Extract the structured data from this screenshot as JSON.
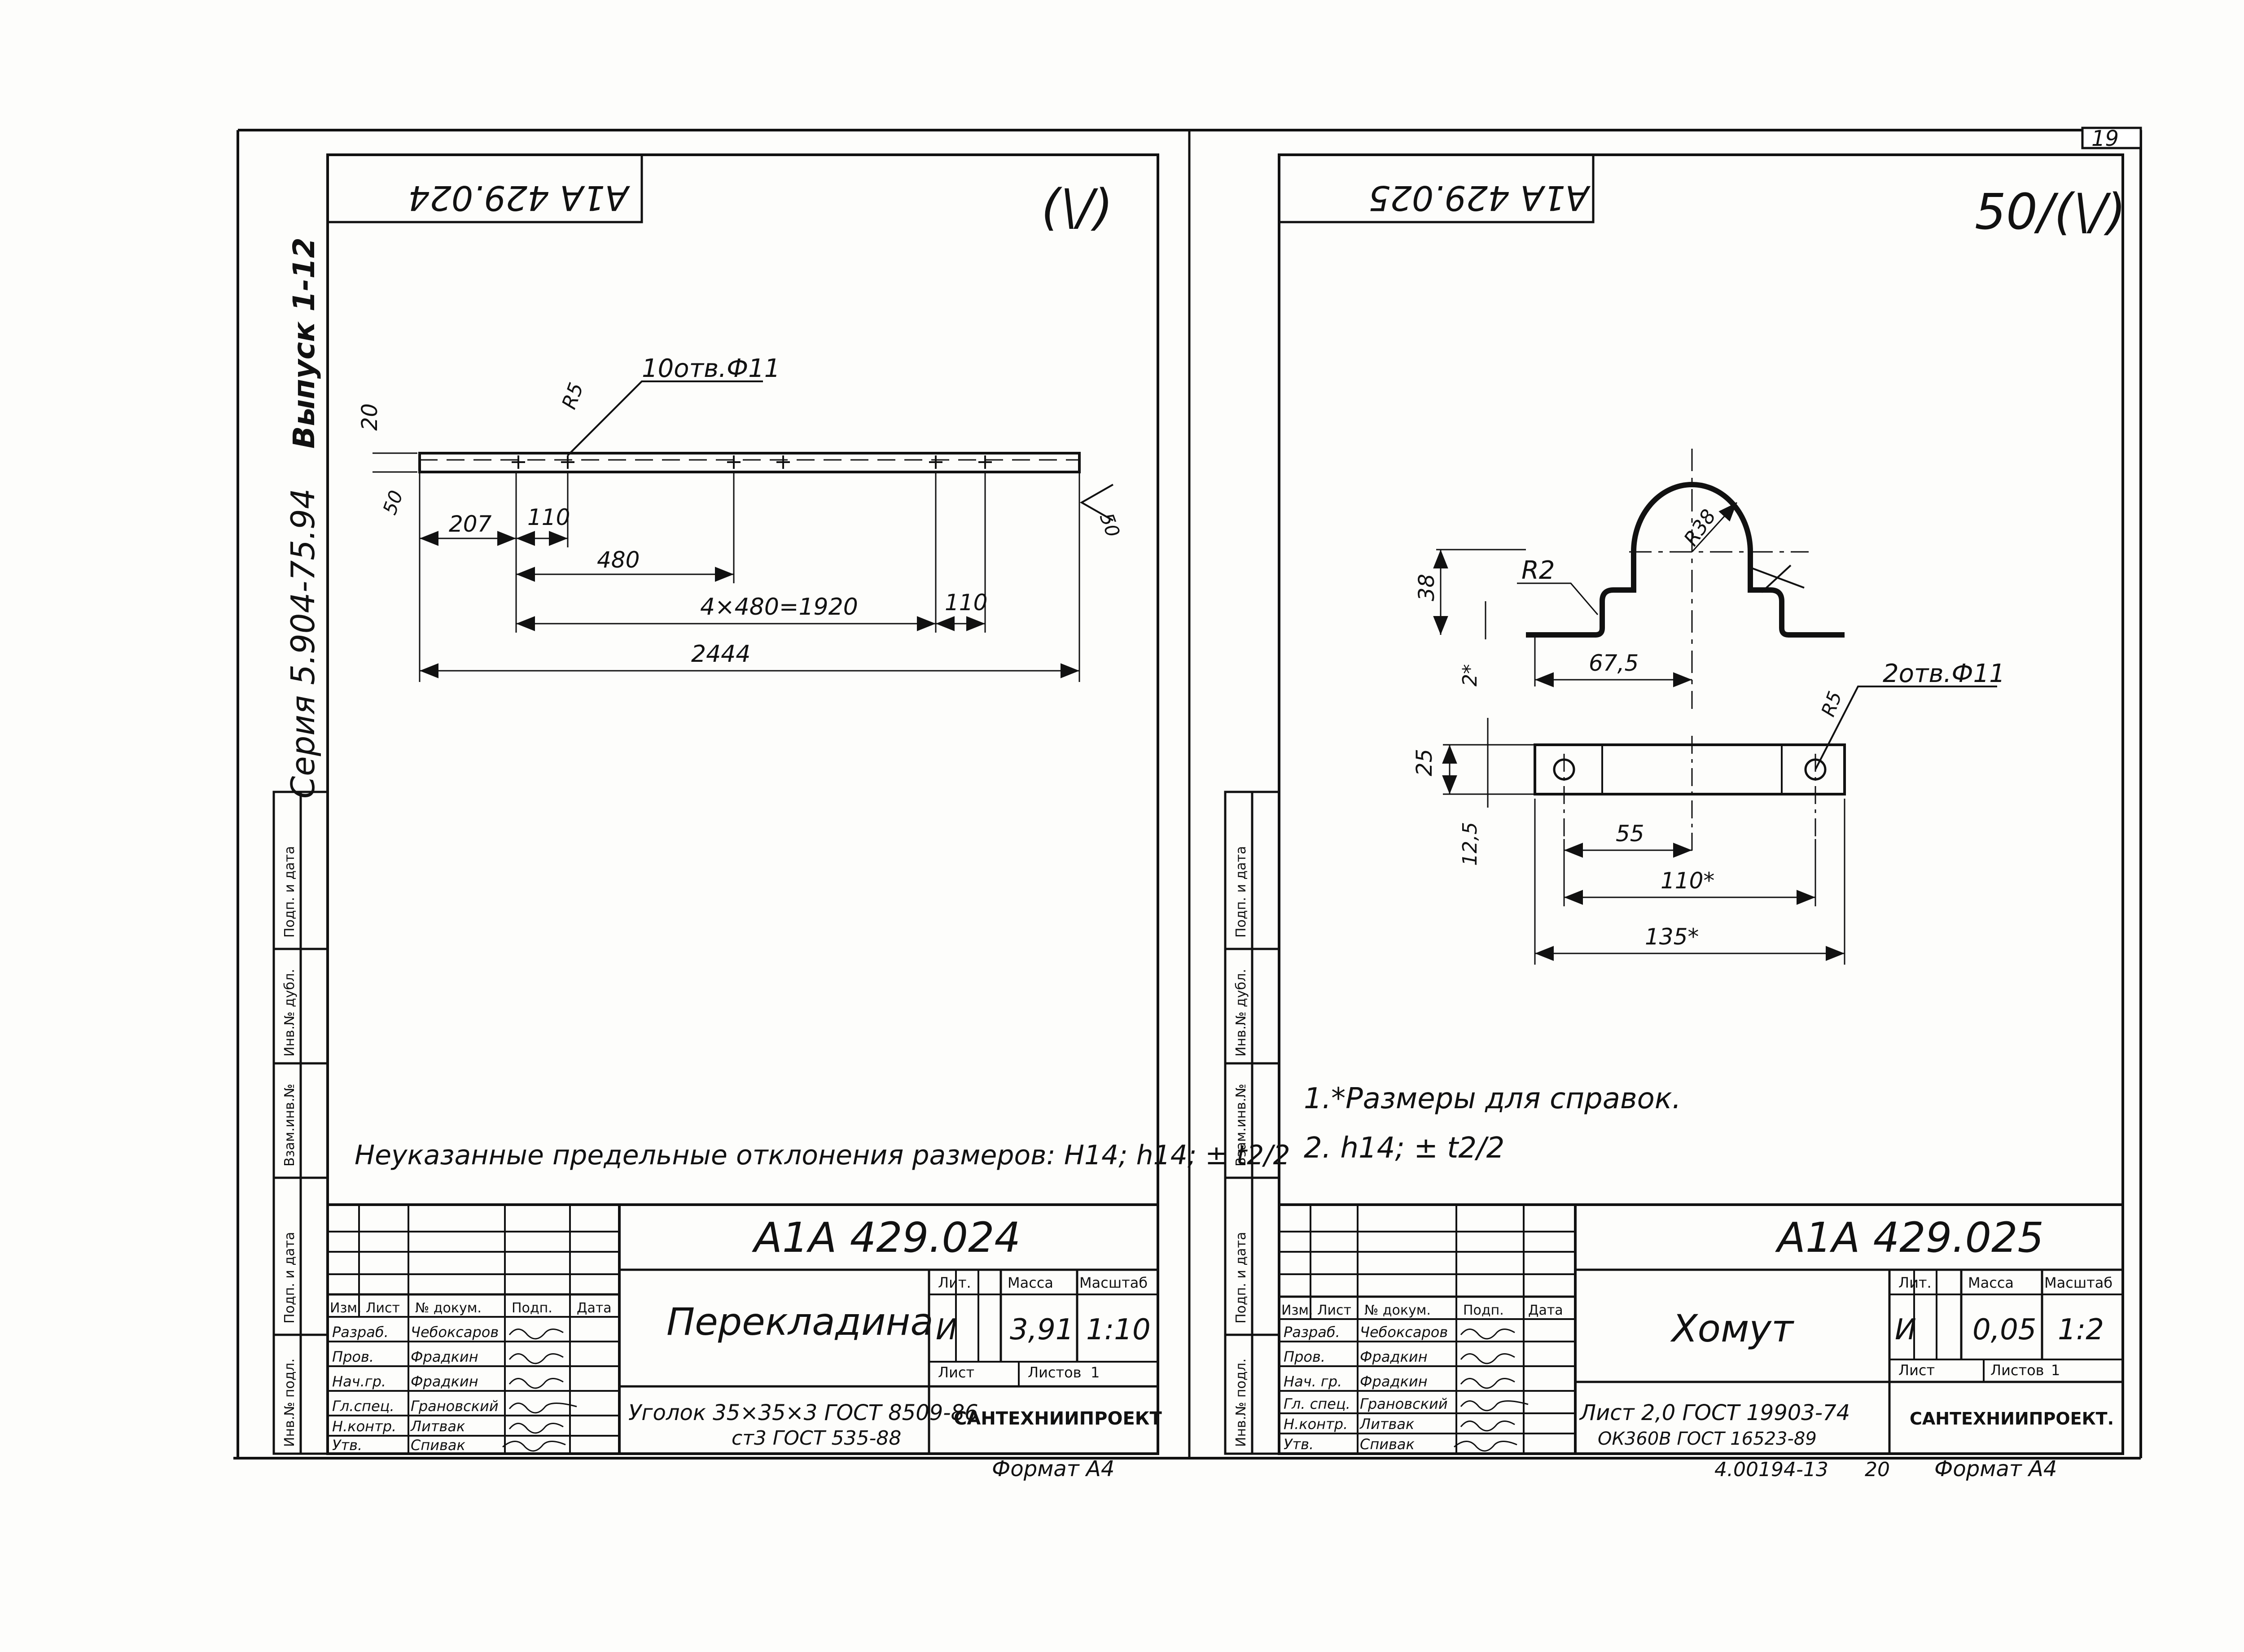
{
  "page_number": "19",
  "series_text": "Серия 5.904-75.94",
  "issue_text": "Выпуск 1-12",
  "left_sheet": {
    "top_code": "А1А 429.024",
    "roughness": "(\\/)",
    "hole_note": "10отв.Ф11",
    "r_label": "R5",
    "dims": {
      "h20": "20",
      "s50": "50",
      "s50b": "50",
      "d207": "207",
      "d110a": "110",
      "d480": "480",
      "d1920": "4×480=1920",
      "d110b": "110",
      "d2444": "2444"
    },
    "tolerance_note": "Неуказанные   предельные  отклонения  размеров: Н14; h14; ± t2/2",
    "title_block": {
      "code": "А1А 429.024",
      "name": "Перекладина",
      "header": [
        "Изм.",
        "Лист",
        "№ докум.",
        "Подп.",
        "Дата"
      ],
      "roles": [
        "Разраб.",
        "Пров.",
        "Нач.гр.",
        "Гл.спец.",
        "Н.контр.",
        "Утв."
      ],
      "people": [
        "Чебоксаров",
        "Фрадкин",
        "Фрадкин",
        "Грановский",
        "Литвак",
        "Спивак"
      ],
      "lit_label": "Лит.",
      "mass_label": "Масса",
      "scale_label": "Масштаб",
      "lit": "И",
      "mass": "3,91",
      "scale": "1:10",
      "sheet_label": "Лист",
      "sheets_label": "Листов",
      "sheets": "1",
      "material_1": "Уголок 35×35×3 ГОСТ 8509-86",
      "material_2": "ст3  ГОСТ 535-88",
      "org": "САНТЕХНИИПРОЕКТ"
    },
    "format": "Формат А4",
    "side_labels": [
      "Инв.№ подл.",
      "Подп. и дата",
      "Взам.инв.№",
      "Инв.№ дубл.",
      "Подп. и дата"
    ]
  },
  "right_sheet": {
    "top_code": "А1А 429.025",
    "roughness": "50/(\\/)",
    "hole_note": "2отв.Ф11",
    "labels": {
      "r2": "R2",
      "r38": "R38",
      "r5": "R5",
      "d38": "38",
      "d2": "2*",
      "d675": "67,5",
      "d25": "25",
      "d125": "12,5",
      "d55": "55",
      "d110": "110*",
      "d135": "135*"
    },
    "notes": [
      "1.*Размеры для справок.",
      "2. h14; ± t2/2"
    ],
    "title_block": {
      "code": "А1А 429.025",
      "name": "Хомут",
      "header": [
        "Изм.",
        "Лист",
        "№ докум.",
        "Подп.",
        "Дата"
      ],
      "roles": [
        "Разраб.",
        "Пров.",
        "Нач. гр.",
        "Гл. спец.",
        "Н.контр.",
        "Утв."
      ],
      "people": [
        "Чебоксаров",
        "Фрадкин",
        "Фрадкин",
        "Грановский",
        "Литвак",
        "Спивак"
      ],
      "lit_label": "Лит.",
      "mass_label": "Масса",
      "scale_label": "Масштаб",
      "lit": "И",
      "mass": "0,05",
      "scale": "1:2",
      "sheet_label": "Лист",
      "sheets_label": "Листов",
      "sheets": "1",
      "material_1": "Лист 2,0 ГОСТ 19903-74",
      "material_2": "ОК360В ГОСТ 16523-89",
      "org": "САНТЕХНИИПРОЕКТ."
    },
    "bottom_code": "4.00194-13",
    "bottom_num": "20",
    "format": "Формат А4",
    "side_labels": [
      "Инв.№ подл.",
      "Подп. и дата",
      "Взам.инв.№",
      "Инв.№ дубл.",
      "Подп. и дата"
    ]
  }
}
